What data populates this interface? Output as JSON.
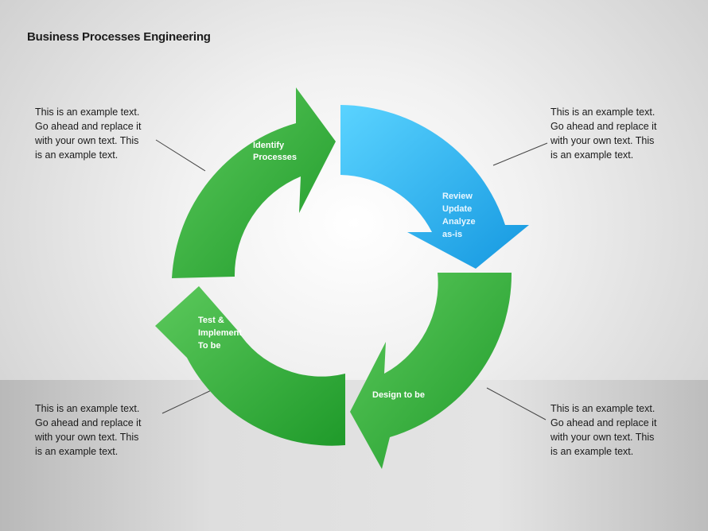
{
  "title": "Business Processes Engineering",
  "steps": [
    {
      "lines": [
        "Identify",
        "Processes"
      ],
      "color": "#33b033"
    },
    {
      "lines": [
        "Review",
        "Update",
        "Analyze",
        "as-is"
      ],
      "color": "#29b3ec"
    },
    {
      "lines": [
        "Design to be"
      ],
      "color": "#33b033"
    },
    {
      "lines": [
        "Test &",
        "Implement",
        "To be"
      ],
      "color": "#33b033"
    }
  ],
  "notes": {
    "top_left": "This is an example text. Go ahead and replace it with your own text. This is an example text.",
    "top_right": "This is an example text. Go ahead and replace it with your own text. This is an example text.",
    "bottom_left": "This is an example text. Go ahead and replace it with your own text. This is an example text.",
    "bottom_right": "This is an example text. Go ahead and replace it with your own text. This is an example text."
  },
  "colors": {
    "green": "#33b033",
    "blue": "#29b3ec"
  }
}
